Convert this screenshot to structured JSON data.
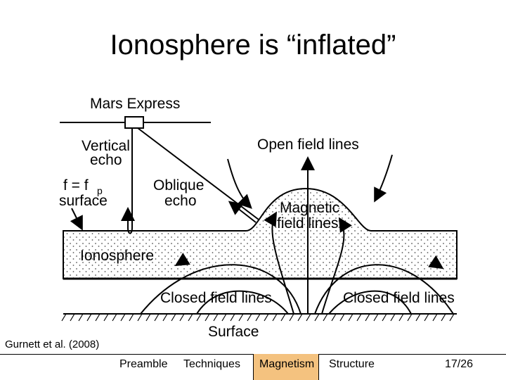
{
  "slide": {
    "title": "Ionosphere is “inflated”",
    "citation": "Gurnett et al. (2008)",
    "page": "17/26"
  },
  "nav": {
    "items": [
      "Preamble",
      "Techniques",
      "Magnetism",
      "Structure"
    ],
    "active_index": 2,
    "active_color": "#f4c27f"
  },
  "diagram": {
    "labels": {
      "mars_express": "Mars Express",
      "vertical_echo_1": "Vertical",
      "vertical_echo_2": "echo",
      "f_eq": "f = f",
      "f_sub": "p",
      "surface_label": "surface",
      "oblique_1": "Oblique",
      "oblique_2": "echo",
      "open_field_lines": "Open field lines",
      "magnetic_1": "Magnetic",
      "magnetic_2": "field lines",
      "ionosphere": "Ionosphere",
      "closed_left": "Closed field lines",
      "closed_right": "Closed field lines",
      "surface": "Surface"
    }
  }
}
